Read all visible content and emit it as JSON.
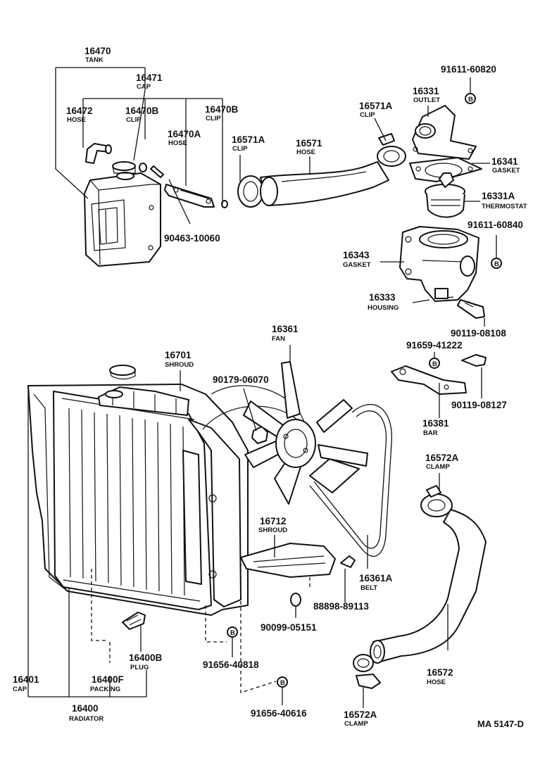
{
  "diagram": {
    "code": "MA  5147-D",
    "bolt_marker": "B",
    "parts": [
      {
        "id": "tank",
        "number": "16470",
        "name": "TANK"
      },
      {
        "id": "cap_tank",
        "number": "16471",
        "name": "CAP"
      },
      {
        "id": "hose_small",
        "number": "16472",
        "name": "HOSE"
      },
      {
        "id": "clip_b1",
        "number": "16470B",
        "name": "CLIP"
      },
      {
        "id": "clip_b2",
        "number": "16470B",
        "name": "CLIP"
      },
      {
        "id": "hose_a",
        "number": "16470A",
        "name": "HOSE"
      },
      {
        "id": "bracket_screw",
        "number": "90463-10060",
        "name": ""
      },
      {
        "id": "clip_a1",
        "number": "16571A",
        "name": "CLIP"
      },
      {
        "id": "hose_upper",
        "number": "16571",
        "name": "HOSE"
      },
      {
        "id": "clip_a2",
        "number": "16571A",
        "name": "CLIP"
      },
      {
        "id": "outlet",
        "number": "16331",
        "name": "OUTLET"
      },
      {
        "id": "bolt_outlet",
        "number": "91611-60820",
        "name": ""
      },
      {
        "id": "gasket_outlet",
        "number": "16341",
        "name": "GASKET"
      },
      {
        "id": "thermostat",
        "number": "16331A",
        "name": "THERMOSTAT"
      },
      {
        "id": "bolt_housing",
        "number": "91611-60840",
        "name": ""
      },
      {
        "id": "gasket_housing",
        "number": "16343",
        "name": "GASKET"
      },
      {
        "id": "housing",
        "number": "16333",
        "name": "HOUSING"
      },
      {
        "id": "bolt_90119a",
        "number": "90119-08108",
        "name": ""
      },
      {
        "id": "fan",
        "number": "16361",
        "name": "FAN"
      },
      {
        "id": "shroud",
        "number": "16701",
        "name": "SHROUD"
      },
      {
        "id": "nut_fan",
        "number": "90179-06070",
        "name": ""
      },
      {
        "id": "bolt_bar",
        "number": "91659-41222",
        "name": ""
      },
      {
        "id": "bolt_90119b",
        "number": "90119-08127",
        "name": ""
      },
      {
        "id": "bar",
        "number": "16381",
        "name": "BAR"
      },
      {
        "id": "clamp_upper",
        "number": "16572A",
        "name": "CLAMP"
      },
      {
        "id": "shroud_lower",
        "number": "16712",
        "name": "SHROUD"
      },
      {
        "id": "belt",
        "number": "16361A",
        "name": "BELT"
      },
      {
        "id": "bolt_88898",
        "number": "88898-89113",
        "name": ""
      },
      {
        "id": "nut_90099",
        "number": "90099-05151",
        "name": ""
      },
      {
        "id": "plug",
        "number": "16400B",
        "name": "PLUG"
      },
      {
        "id": "bolt_91656a",
        "number": "91656-40818",
        "name": ""
      },
      {
        "id": "cap_radiator",
        "number": "16401",
        "name": "CAP"
      },
      {
        "id": "packing",
        "number": "16400F",
        "name": "PACKING"
      },
      {
        "id": "radiator",
        "number": "16400",
        "name": "RADIATOR"
      },
      {
        "id": "bolt_91656b",
        "number": "91656-40616",
        "name": ""
      },
      {
        "id": "clamp_lower",
        "number": "16572A",
        "name": "CLAMP"
      },
      {
        "id": "hose_lower",
        "number": "16572",
        "name": "HOSE"
      }
    ]
  }
}
